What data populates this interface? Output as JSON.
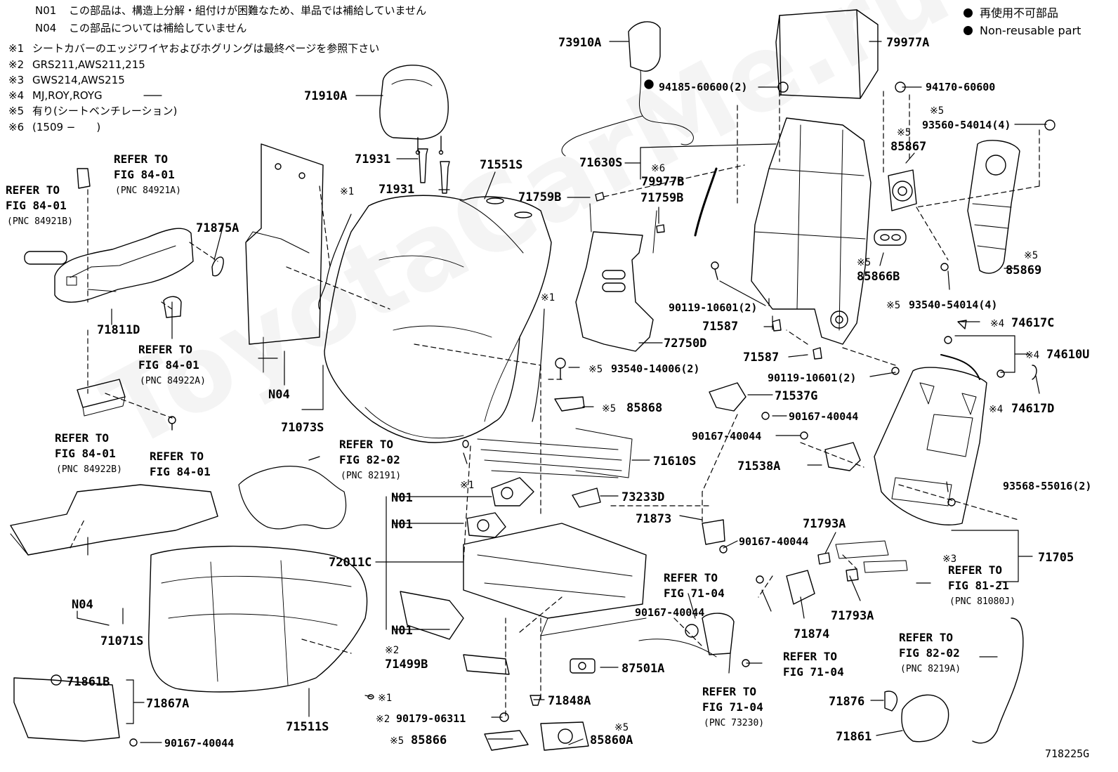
{
  "notes": [
    {
      "key": "N01",
      "text": "この部品は、構造上分解・組付けが困難なため、単品では補給していません"
    },
    {
      "key": "N04",
      "text": "この部品については補給していません"
    },
    {
      "key": "※1",
      "text": "シートカバーのエッジワイヤおよびホグリングは最終ページを参照下さい"
    },
    {
      "key": "※2",
      "text": "GRS211,AWS211,215"
    },
    {
      "key": "※3",
      "text": "GWS214,AWS215"
    },
    {
      "key": "※4",
      "text": "MJ,ROY,ROYG"
    },
    {
      "key": "※5",
      "text": "有り(シートベンチレーション)"
    },
    {
      "key": "※6",
      "text": "(1509 −　　)"
    }
  ],
  "legend": {
    "jp": "再使用不可部品",
    "en": "Non-reusable part"
  },
  "watermark": "ToyotaCarMe.ru",
  "figure_code": "718225G",
  "parts": [
    "73910A",
    "79977A",
    "71910A",
    "94185-60600(2)",
    "94170-60600",
    "93560-54014(4)",
    "71931",
    "71551S",
    "71630S",
    "79977B",
    "71759B",
    "85867",
    "85866B",
    "85869",
    "71875A",
    "71811D",
    "72750D",
    "90119-10601(2)",
    "71587",
    "93540-54014(4)",
    "74617C",
    "74610U",
    "74617D",
    "93540-14006(2)",
    "85868",
    "71537G",
    "90167-40044",
    "71538A",
    "N04",
    "71073S",
    "71610S",
    "73233D",
    "N01",
    "72011C",
    "71873",
    "71793A",
    "93568-55016(2)",
    "71705",
    "71071S",
    "71499B",
    "87501A",
    "71874",
    "71848A",
    "71861B",
    "71867A",
    "71511S",
    "90179-06311",
    "85866",
    "85860A",
    "71876",
    "71861"
  ],
  "refs": [
    {
      "lines": [
        "REFER TO",
        "FIG 84-01"
      ],
      "pnc": "(PNC 84921B)"
    },
    {
      "lines": [
        "REFER TO",
        "FIG 84-01"
      ],
      "pnc": "(PNC 84921A)"
    },
    {
      "lines": [
        "REFER TO",
        "FIG 84-01"
      ],
      "pnc": "(PNC 84922A)"
    },
    {
      "lines": [
        "REFER TO",
        "FIG 84-01"
      ],
      "pnc": "(PNC 84922B)"
    },
    {
      "lines": [
        "REFER TO",
        "FIG 84-01"
      ],
      "pnc": ""
    },
    {
      "lines": [
        "REFER TO",
        "FIG 82-02"
      ],
      "pnc": "(PNC 82191)"
    },
    {
      "lines": [
        "REFER TO",
        "FIG 71-04"
      ],
      "pnc": ""
    },
    {
      "lines": [
        "REFER TO",
        "FIG 71-04"
      ],
      "pnc": ""
    },
    {
      "lines": [
        "REFER TO",
        "FIG 71-04"
      ],
      "pnc": "(PNC 73230)"
    },
    {
      "lines": [
        "REFER TO",
        "FIG 81-21"
      ],
      "pnc": "(PNC 81080J)"
    },
    {
      "lines": [
        "REFER TO",
        "FIG 82-02"
      ],
      "pnc": "(PNC 8219A)"
    }
  ],
  "marks": [
    "※1",
    "※2",
    "※3",
    "※4",
    "※5",
    "※6"
  ]
}
